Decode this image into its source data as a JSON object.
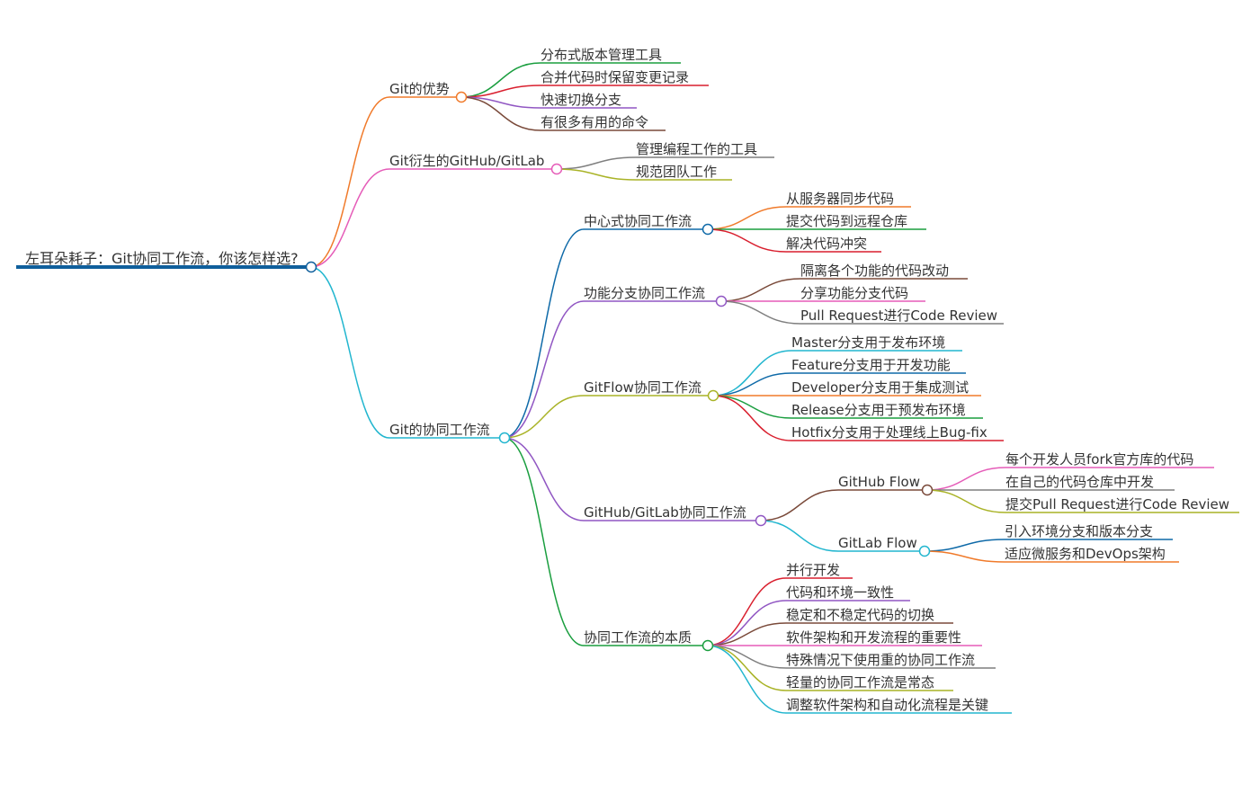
{
  "root": {
    "text": "左耳朵耗子：Git协同工作流，你该怎样选?",
    "color": "#0f5f9c",
    "children": [
      {
        "text": "Git的优势",
        "color": "#f07a2a",
        "children": [
          {
            "text": "分布式版本管理工具",
            "color": "#1a9e3f"
          },
          {
            "text": "合并代码时保留变更记录",
            "color": "#d91f2e"
          },
          {
            "text": "快速切换分支",
            "color": "#9157c3"
          },
          {
            "text": "有很多有用的命令",
            "color": "#7a4a3a"
          }
        ]
      },
      {
        "text": "Git衍生的GitHub/GitLab",
        "color": "#e55cb8",
        "children": [
          {
            "text": "管理编程工作的工具",
            "color": "#7f7f7f"
          },
          {
            "text": "规范团队工作",
            "color": "#a9b327"
          }
        ]
      },
      {
        "text": "Git的协同工作流",
        "color": "#22b6cf",
        "children": [
          {
            "text": "中心式协同工作流",
            "color": "#0f6aa8",
            "children": [
              {
                "text": "从服务器同步代码",
                "color": "#f07a2a"
              },
              {
                "text": "提交代码到远程仓库",
                "color": "#1a9e3f"
              },
              {
                "text": "解决代码冲突",
                "color": "#d91f2e"
              }
            ]
          },
          {
            "text": "功能分支协同工作流",
            "color": "#9157c3",
            "children": [
              {
                "text": "隔离各个功能的代码改动",
                "color": "#7a4a3a"
              },
              {
                "text": "分享功能分支代码",
                "color": "#e55cb8"
              },
              {
                "text": "Pull Request进行Code Review",
                "color": "#7f7f7f"
              }
            ]
          },
          {
            "text": "GitFlow协同工作流",
            "color": "#a9b327",
            "children": [
              {
                "text": "Master分支用于发布环境",
                "color": "#22b6cf"
              },
              {
                "text": "Feature分支用于开发功能",
                "color": "#0f6aa8"
              },
              {
                "text": "Developer分支用于集成测试",
                "color": "#f07a2a"
              },
              {
                "text": "Release分支用于预发布环境",
                "color": "#1a9e3f"
              },
              {
                "text": "Hotfix分支用于处理线上Bug-fix",
                "color": "#d91f2e"
              }
            ]
          },
          {
            "text": "GitHub/GitLab协同工作流",
            "color": "#9157c3",
            "children": [
              {
                "text": "GitHub Flow",
                "color": "#7a4a3a",
                "children": [
                  {
                    "text": "每个开发人员fork官方库的代码",
                    "color": "#e55cb8"
                  },
                  {
                    "text": "在自己的代码仓库中开发",
                    "color": "#7f7f7f"
                  },
                  {
                    "text": "提交Pull Request进行Code Review",
                    "color": "#a9b327"
                  }
                ]
              },
              {
                "text": "GitLab Flow",
                "color": "#22b6cf",
                "children": [
                  {
                    "text": "引入环境分支和版本分支",
                    "color": "#0f6aa8"
                  },
                  {
                    "text": "适应微服务和DevOps架构",
                    "color": "#f07a2a"
                  }
                ]
              }
            ]
          },
          {
            "text": "协同工作流的本质",
            "color": "#1a9e3f",
            "children": [
              {
                "text": "并行开发",
                "color": "#d91f2e"
              },
              {
                "text": "代码和环境一致性",
                "color": "#9157c3"
              },
              {
                "text": "稳定和不稳定代码的切换",
                "color": "#7a4a3a"
              },
              {
                "text": "软件架构和开发流程的重要性",
                "color": "#e55cb8"
              },
              {
                "text": "特殊情况下使用重的协同工作流",
                "color": "#7f7f7f"
              },
              {
                "text": "轻量的协同工作流是常态",
                "color": "#a9b327"
              },
              {
                "text": "调整软件架构和自动化流程是关键",
                "color": "#22b6cf"
              }
            ]
          }
        ]
      }
    ]
  }
}
